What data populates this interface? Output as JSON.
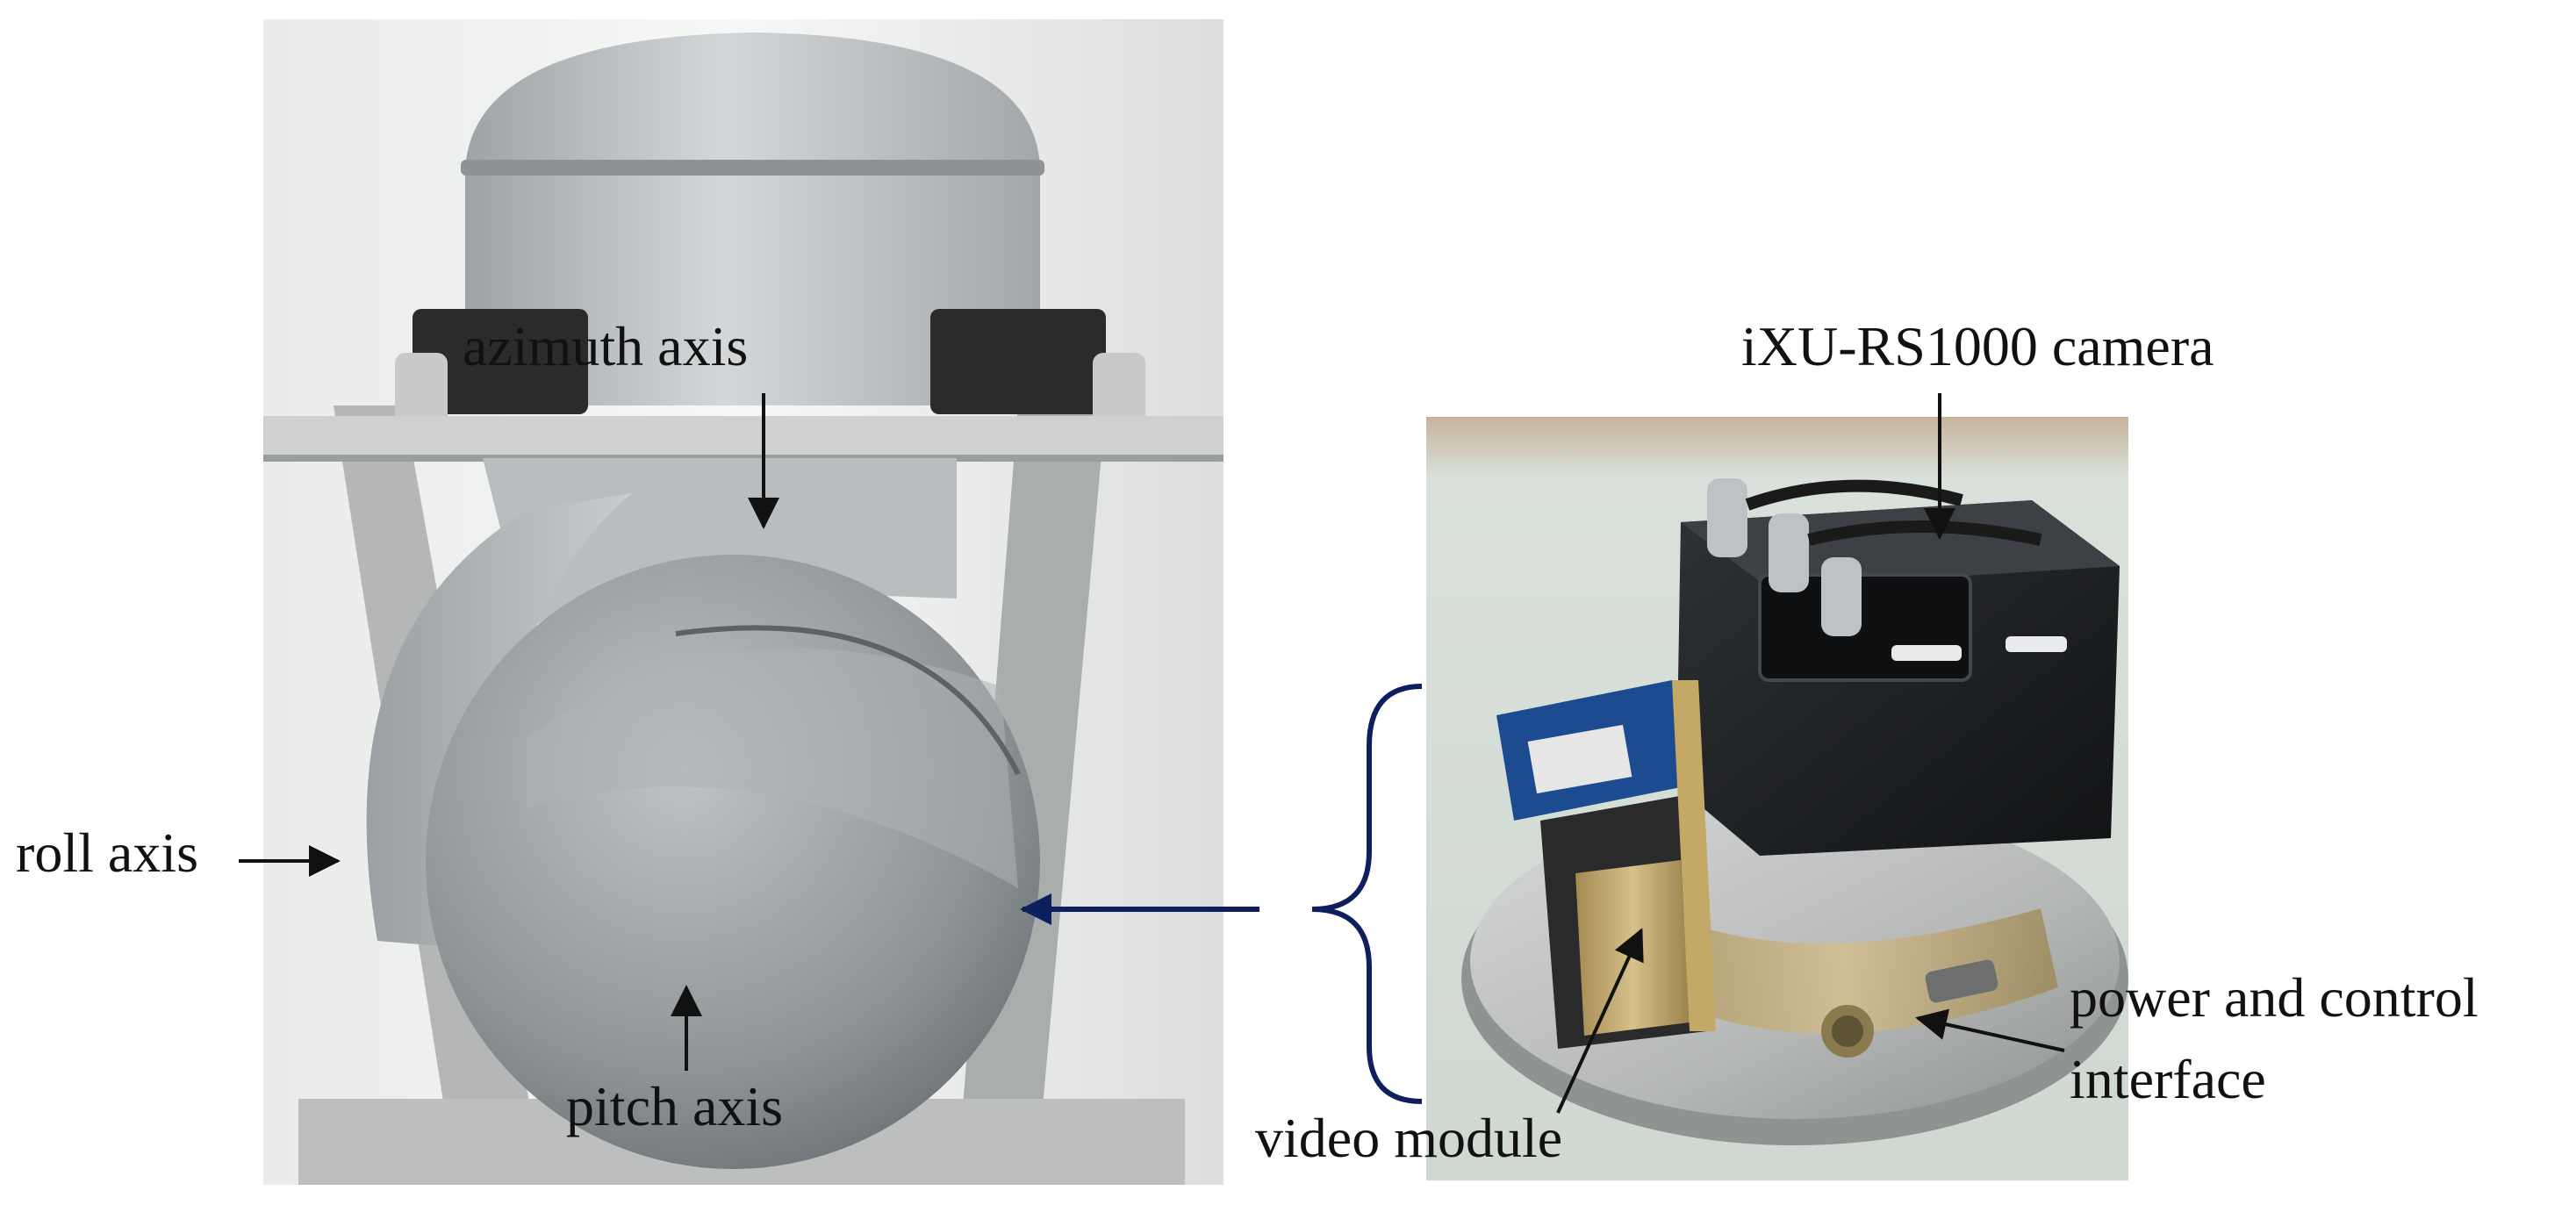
{
  "labels": {
    "azimuth": "azimuth axis",
    "roll": "roll axis",
    "pitch": "pitch axis",
    "camera": "iXU-RS1000 camera",
    "video": "video module",
    "power_line1": "power and control",
    "power_line2": "interface"
  },
  "colors": {
    "arrow_black": "#111111",
    "arrow_navy": "#0d1f5c",
    "brace_navy": "#0d1f5c"
  }
}
